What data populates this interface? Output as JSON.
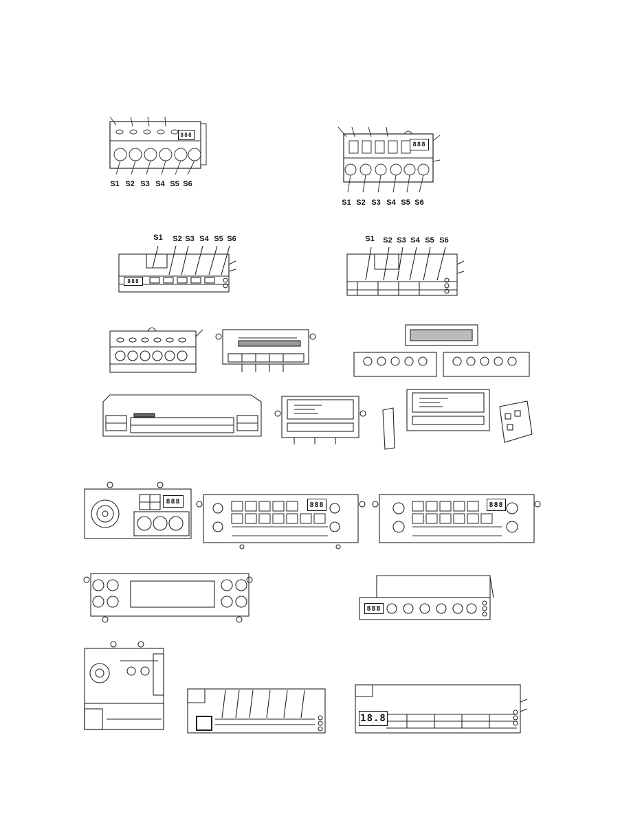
{
  "labels": [
    "S1",
    "S2",
    "S3",
    "S4",
    "S5",
    "S6"
  ],
  "displays": {
    "d1": "888",
    "d2": "888",
    "d3": "888",
    "d4": "888",
    "d5": "888",
    "d6": "888",
    "d7": "888",
    "d8": "18.8"
  }
}
